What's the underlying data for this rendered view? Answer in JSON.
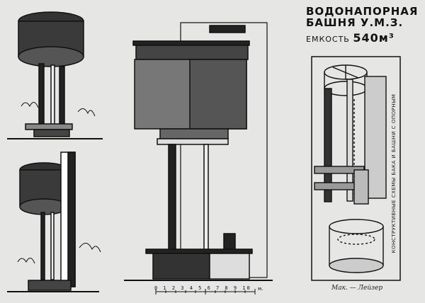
{
  "title": {
    "line1": "ВОДОНАПОРНАЯ",
    "line2": "БАШНЯ  У.М.З.",
    "capacity_label": "ЕМКОСТЬ",
    "capacity_value": "540м³"
  },
  "side_caption": "КОНСТРУКТИВНЫЕ СХЕМЫ БАКА И БАШНИ С ОПОРНЫМ",
  "scale": {
    "ticks": "0 1 2 3 4 5 6 7 8 9 10",
    "unit": "м."
  },
  "signature": "Мак. — Лейзер"
}
